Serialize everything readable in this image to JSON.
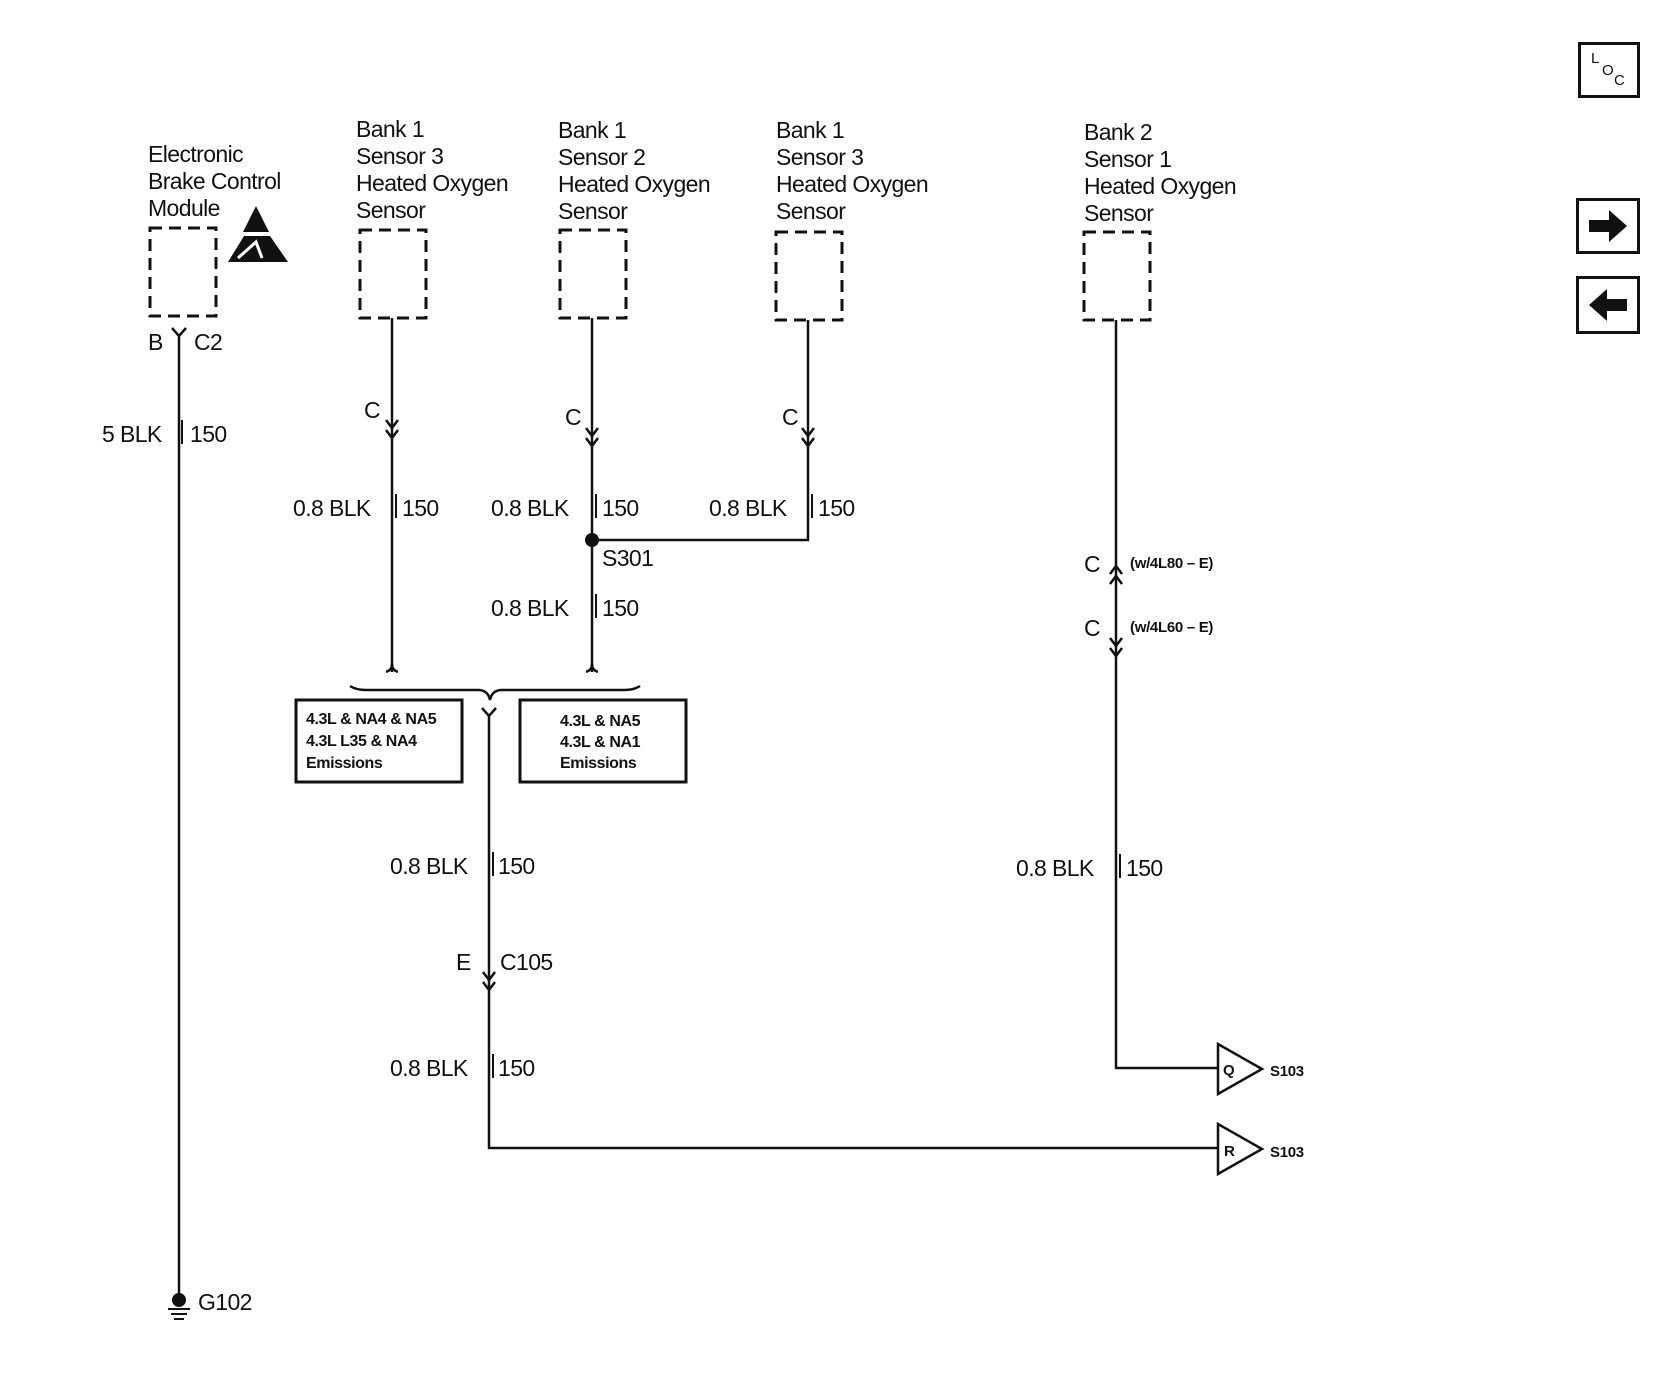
{
  "components": {
    "ebcm": [
      "Electronic",
      "Brake Control",
      "Module"
    ],
    "s1": [
      "Bank 1",
      "Sensor 3",
      "Heated Oxygen",
      "Sensor"
    ],
    "s2": [
      "Bank 1",
      "Sensor 2",
      "Heated Oxygen",
      "Sensor"
    ],
    "s3": [
      "Bank 1",
      "Sensor 3",
      "Heated Oxygen",
      "Sensor"
    ],
    "s4": [
      "Bank 2",
      "Sensor 1",
      "Heated Oxygen",
      "Sensor"
    ]
  },
  "connectors": {
    "ebcm_pin": "B",
    "ebcm_conn": "C2",
    "c": "C",
    "e": "E",
    "c105": "C105",
    "w4l80": "(w/4L80 – E)",
    "w4l60": "(w/4L60 – E)"
  },
  "wires": {
    "ebcm_gauge": "5 BLK",
    "std_gauge": "0.8 BLK",
    "circuit": "150"
  },
  "splice": "S301",
  "ground": "G102",
  "options": {
    "left": [
      "4.3L & NA4 & NA5",
      "4.3L L35 & NA4",
      "Emissions"
    ],
    "right": [
      "4.3L & NA5",
      "4.3L & NA1",
      "Emissions"
    ]
  },
  "offpage": {
    "q_letter": "Q",
    "r_letter": "R",
    "q_target": "S103",
    "r_target": "S103"
  },
  "nav": {
    "loc_l": "L",
    "loc_o": "O",
    "loc_c": "C",
    "forward_icon": "arrow-right-icon",
    "back_icon": "arrow-left-icon"
  }
}
